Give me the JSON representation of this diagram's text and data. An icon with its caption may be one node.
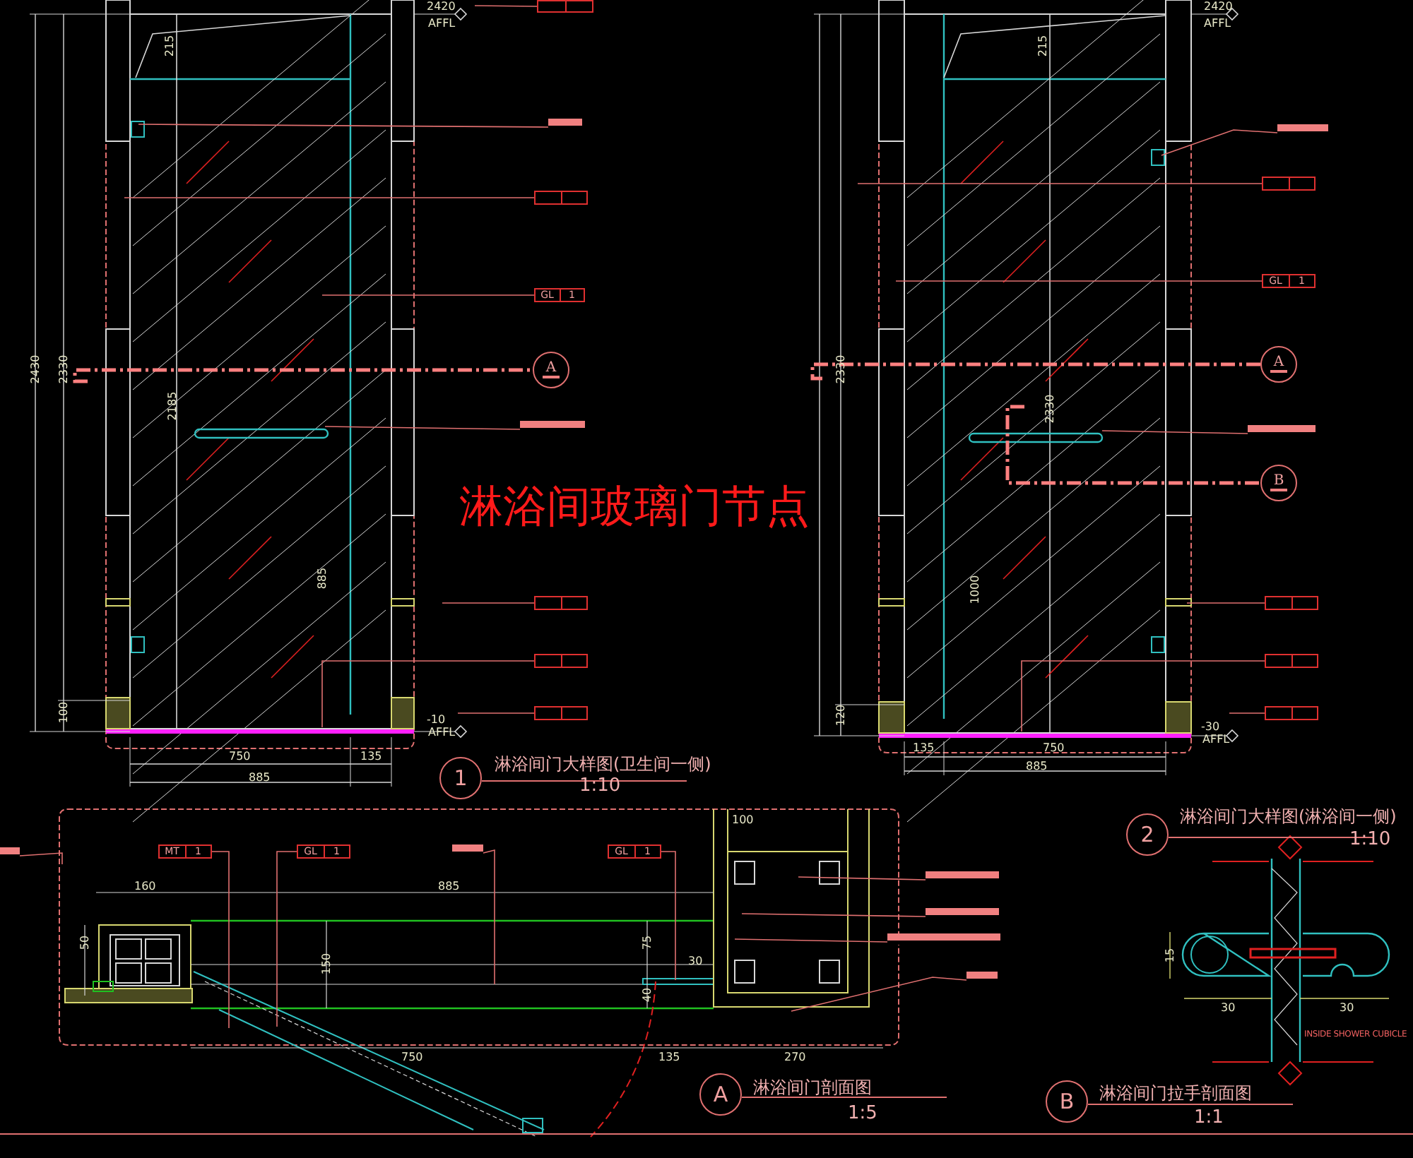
{
  "diagram": {
    "title": "淋浴间玻璃门节点",
    "nodes": [
      {
        "text": [],
        "shape": "box"
      },
      {
        "text": [],
        "shape": "bar"
      },
      {
        "text": [],
        "shape": "box"
      },
      {
        "text": [
          "GL",
          "1"
        ]
      },
      {
        "text": [
          "A"
        ]
      },
      {
        "text": [],
        "shape": "bar"
      },
      {
        "text": [],
        "shape": "box"
      },
      {
        "text": [],
        "shape": "box"
      },
      {
        "text": [],
        "shape": "box"
      },
      {
        "text": [
          "1"
        ],
        "beside": [
          "淋浴间门大样图(卫生间一侧)",
          "1:10"
        ]
      },
      {
        "text": [],
        "shape": "bar"
      },
      {
        "text": [],
        "shape": "box"
      },
      {
        "text": [
          "GL",
          "1"
        ]
      },
      {
        "text": [
          "A"
        ]
      },
      {
        "text": [],
        "shape": "bar"
      },
      {
        "text": [
          "B"
        ]
      },
      {
        "text": [],
        "shape": "box"
      },
      {
        "text": [],
        "shape": "box"
      },
      {
        "text": [],
        "shape": "box"
      },
      {
        "text": [
          "2"
        ],
        "beside": [
          "淋浴间门大样图(淋浴间一侧)",
          "1:10"
        ]
      },
      {
        "text": [
          "MT",
          "1"
        ]
      },
      {
        "text": [
          "GL",
          "1"
        ]
      },
      {
        "text": [],
        "shape": "bar"
      },
      {
        "text": [
          "GL",
          "1"
        ]
      },
      {
        "text": [],
        "shape": "bar"
      },
      {
        "text": [],
        "shape": "bar"
      },
      {
        "text": [],
        "shape": "bar"
      },
      {
        "text": [],
        "shape": "bar"
      },
      {
        "text": [],
        "shape": "bar"
      },
      {
        "text": [
          "A"
        ],
        "beside": [
          "淋浴间门剖面图",
          "1:5"
        ]
      },
      {
        "text": [
          "B"
        ],
        "beside": [
          "淋浴间门拉手剖面图",
          "1:1"
        ]
      }
    ],
    "edges": [
      {
        "from": 0,
        "to": null,
        "arrow": "none"
      },
      {
        "from": 1,
        "to": null,
        "arrow": "none"
      },
      {
        "from": 2,
        "to": null,
        "arrow": "none"
      },
      {
        "from": 3,
        "to": null,
        "arrow": "none"
      },
      {
        "from": null,
        "to": 4,
        "arrow": "none",
        "style": "dashed",
        "color": "#ff8080"
      },
      {
        "from": 5,
        "to": null,
        "arrow": "none"
      },
      {
        "from": 6,
        "to": null,
        "arrow": "none"
      },
      {
        "from": 7,
        "to": null,
        "arrow": "none"
      },
      {
        "from": 8,
        "to": null,
        "arrow": "none"
      },
      {
        "from": 10,
        "to": null,
        "arrow": "none"
      },
      {
        "from": 11,
        "to": null,
        "arrow": "none"
      },
      {
        "from": 12,
        "to": null,
        "arrow": "none"
      },
      {
        "from": null,
        "to": 13,
        "arrow": "none",
        "style": "dashed",
        "color": "#ff8080"
      },
      {
        "from": 14,
        "to": null,
        "arrow": "none"
      },
      {
        "from": null,
        "to": 15,
        "arrow": "none",
        "style": "dashed",
        "color": "#ff8080"
      },
      {
        "from": 16,
        "to": null,
        "arrow": "none"
      },
      {
        "from": 17,
        "to": null,
        "arrow": "none"
      },
      {
        "from": 18,
        "to": null,
        "arrow": "none"
      },
      {
        "from": 20,
        "to": null,
        "arrow": "none"
      },
      {
        "from": 21,
        "to": null,
        "arrow": "none"
      },
      {
        "from": 22,
        "to": null,
        "arrow": "none"
      },
      {
        "from": 23,
        "to": null,
        "arrow": "none"
      },
      {
        "from": 24,
        "to": null,
        "arrow": "none"
      },
      {
        "from": 25,
        "to": null,
        "arrow": "none"
      },
      {
        "from": 26,
        "to": null,
        "arrow": "none"
      },
      {
        "from": 27,
        "to": null,
        "arrow": "none"
      },
      {
        "from": 28,
        "to": null,
        "arrow": "none"
      }
    ],
    "labels": [
      "2420",
      "AFFL",
      "2420",
      "AFFL",
      "215",
      "215",
      "2430",
      "2330",
      "2185",
      "2330",
      "2330",
      "885",
      "1000",
      "100",
      "120",
      "-10",
      "AFFL",
      "-30",
      "AFFL",
      "750",
      "135",
      "135",
      "750",
      "885",
      "885",
      "100",
      "160",
      "885",
      "50",
      "150",
      "75",
      "30",
      "40",
      "750",
      "135",
      "270",
      "15",
      "30",
      "30",
      "INSIDE SHOWER CUBICLE"
    ]
  }
}
